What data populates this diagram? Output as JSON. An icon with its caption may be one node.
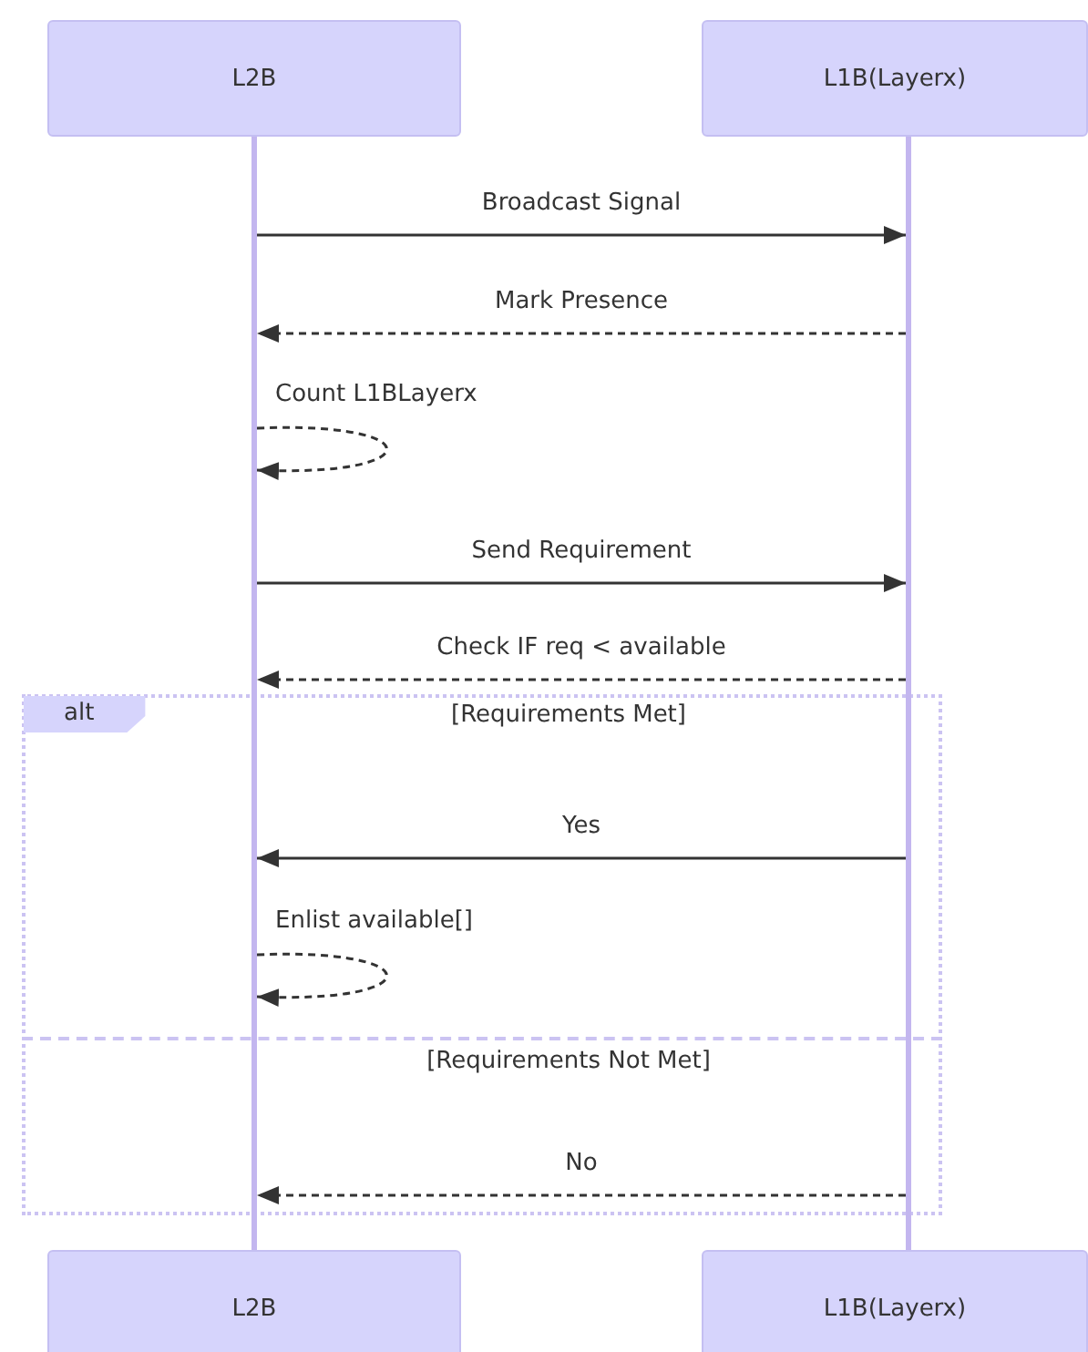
{
  "diagram": {
    "nodes": [
      {
        "text": [
          "L2B"
        ]
      },
      {
        "text": [
          "L1B(Layerx)"
        ]
      },
      {
        "text": [],
        "shape": "bar"
      },
      {
        "text": [],
        "shape": "bar"
      },
      {
        "text": [
          "L2B"
        ]
      },
      {
        "text": [
          "L1B(Layerx)"
        ]
      }
    ],
    "edges": [
      {
        "from": 2,
        "to": 3,
        "arrow": "to",
        "label": "Broadcast Signal"
      },
      {
        "from": 3,
        "to": 2,
        "arrow": "to",
        "label": "Mark Presence",
        "style": "dashed"
      },
      {
        "from": 2,
        "to": 2,
        "arrow": "to",
        "label": "Count L1BLayerx",
        "style": "dashed"
      },
      {
        "from": 2,
        "to": 3,
        "arrow": "to",
        "label": "Send Requirement"
      },
      {
        "from": 3,
        "to": 2,
        "arrow": "to",
        "label": "Check IF req < available",
        "style": "dashed"
      },
      {
        "from": 3,
        "to": 2,
        "arrow": "to",
        "label": "Yes"
      },
      {
        "from": 2,
        "to": 2,
        "arrow": "to",
        "label": "Enlist available[]",
        "style": "dashed"
      },
      {
        "from": 3,
        "to": 2,
        "arrow": "to",
        "label": "No",
        "style": "dashed"
      }
    ],
    "labels": [
      "alt",
      "[Requirements Met]",
      "[Requirements Not Met]"
    ]
  }
}
